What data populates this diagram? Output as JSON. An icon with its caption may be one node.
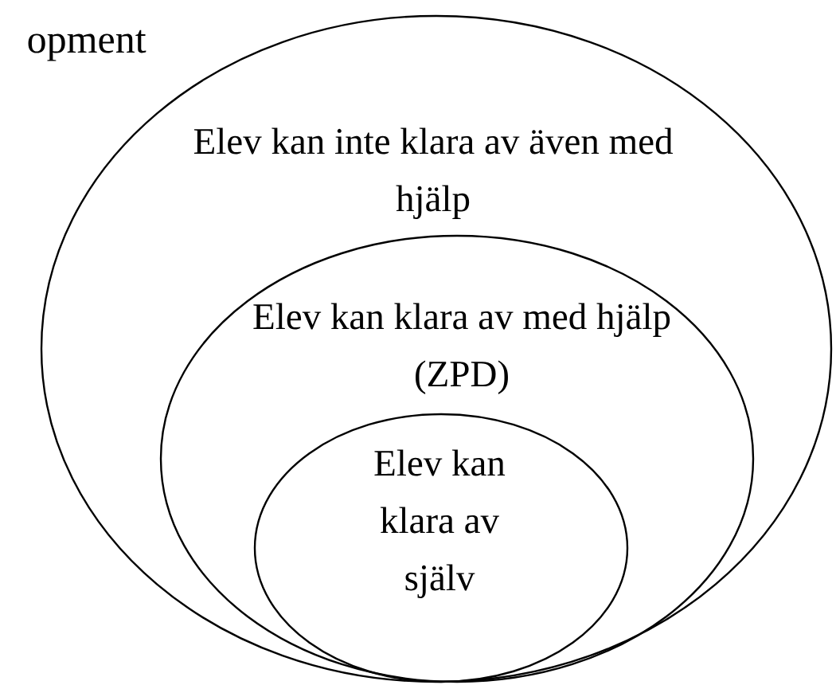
{
  "diagram": {
    "nodes": [
      {
        "text": [
          "Elev kan inte klara av även med hjälp"
        ]
      },
      {
        "text": [
          "Elev kan klara av med hjälp (ZPD)"
        ],
        "in": 0
      },
      {
        "text": [
          "Elev kan klara av själv"
        ],
        "in": 1
      }
    ],
    "labels": [
      "opment"
    ]
  }
}
